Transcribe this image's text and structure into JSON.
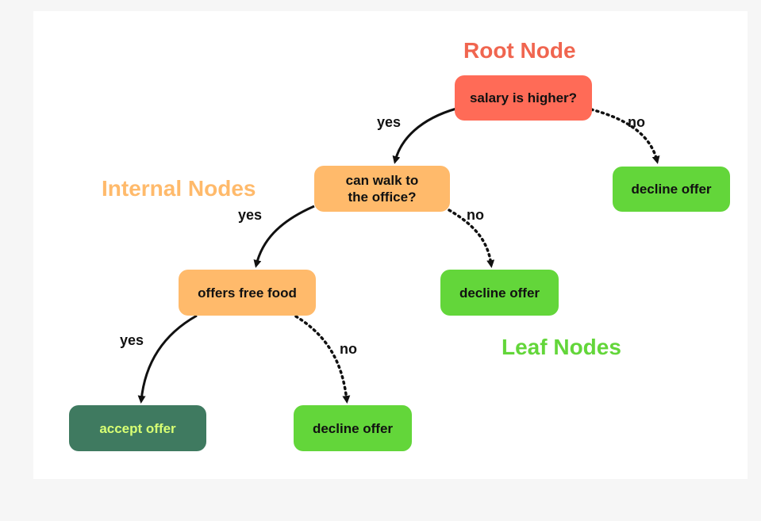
{
  "captions": {
    "root": "Root Node",
    "internal": "Internal Nodes",
    "leaf": "Leaf Nodes"
  },
  "nodes": {
    "salary": "salary is higher?",
    "walk": "can walk to\nthe office?",
    "food": "offers free food",
    "decline_1": "decline offer",
    "decline_2": "decline offer",
    "decline_3": "decline offer",
    "accept": "accept offer"
  },
  "edge_labels": {
    "salary_yes": "yes",
    "salary_no": "no",
    "walk_yes": "yes",
    "walk_no": "no",
    "food_yes": "yes",
    "food_no": "no"
  },
  "colors": {
    "root": "#ff6b57",
    "internal": "#ffba6b",
    "leaf": "#63d63a",
    "accept_bg": "#3f7a60",
    "accept_text": "#d8ff74",
    "caption_root": "#f0654f",
    "caption_internal": "#ffba6b",
    "caption_leaf": "#63d63a"
  }
}
